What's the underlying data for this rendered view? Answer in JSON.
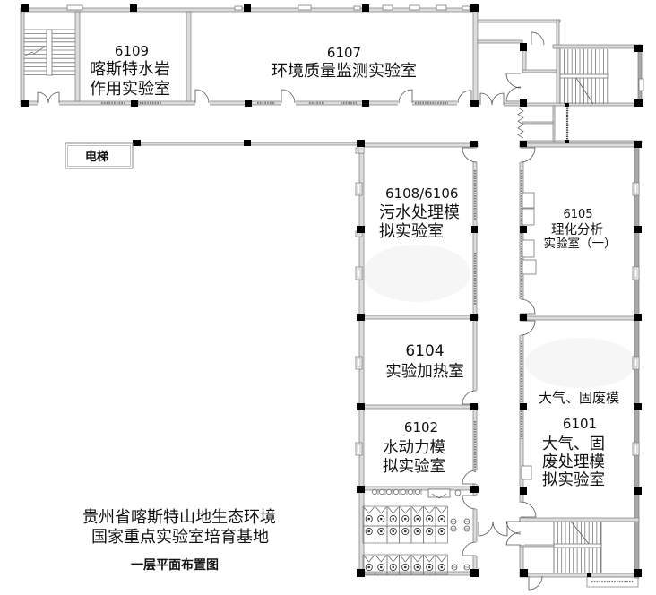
{
  "plan": {
    "elevator_label": "电梯",
    "institution_lines": [
      "贵州省喀斯特山地生态环境",
      "国家重点实验室培育基地"
    ],
    "drawing_title": "一层平面布置图",
    "rooms": [
      {
        "number": "6109",
        "name_lines": [
          "喀斯特水岩",
          "作用实验室"
        ]
      },
      {
        "number": "6107",
        "name_lines": [
          "环境质量监测实验室"
        ]
      },
      {
        "number": "6108/6106",
        "name_lines": [
          "污水处理模",
          "拟实验室"
        ]
      },
      {
        "number": "6105",
        "name_lines": [
          "理化分析",
          "实验室（一）"
        ]
      },
      {
        "number": "6104",
        "name_lines": [
          "实验加热室"
        ]
      },
      {
        "number": "6102",
        "name_lines": [
          "水动力模",
          "拟实验室"
        ]
      },
      {
        "number": "6101",
        "annotation": "大气、固废模",
        "name_lines": [
          "大气、固",
          "废处理模",
          "拟实验室"
        ]
      }
    ]
  },
  "colors": {
    "background": "#ffffff",
    "wall": "#7a7a7a",
    "wall_fill": "#dcdcdc",
    "wall_dark": "#a8a8a8",
    "column": "#000000",
    "fixture": "#555555",
    "text": "#111111"
  }
}
